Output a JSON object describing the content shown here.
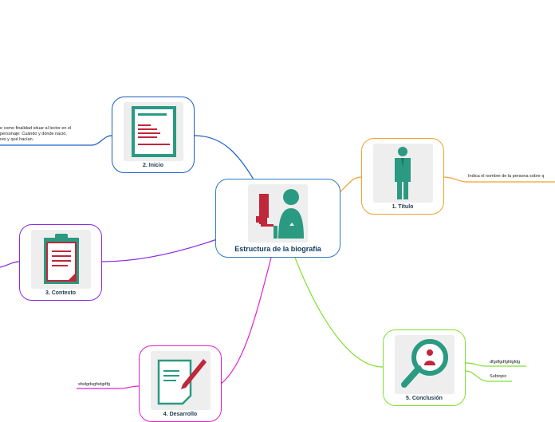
{
  "central": {
    "title": "Estructura de la biografía",
    "color": "#2e7cc0"
  },
  "topics": [
    {
      "id": "inicio",
      "label": "2. Inicio",
      "color": "#1a5fc4",
      "icon": "document-lines-icon"
    },
    {
      "id": "titulo",
      "label": "1. Título",
      "color": "#f0a030",
      "icon": "person-standing-icon"
    },
    {
      "id": "contexto",
      "label": "3. Contexto",
      "color": "#8a2be2",
      "icon": "clipboard-icon"
    },
    {
      "id": "desarrollo",
      "label": "4. Desarrollo",
      "color": "#e020d0",
      "icon": "document-pen-icon"
    },
    {
      "id": "conclusion",
      "label": "5. Conclusión",
      "color": "#80e030",
      "icon": "magnifier-person-icon"
    }
  ],
  "subtopics": {
    "inicio_lines": [
      "e como finalidad situar al lector en el",
      "personaje: Cuándo y dónde nació,",
      "res y qué hacían."
    ],
    "titulo": "Indica el nombre de la persona sobre q",
    "desarrollo": "sfsdgdsgfsdgdfg",
    "conclusion_1": "dfgdfgdfgfdgfdg",
    "conclusion_2": "Subtopic"
  }
}
